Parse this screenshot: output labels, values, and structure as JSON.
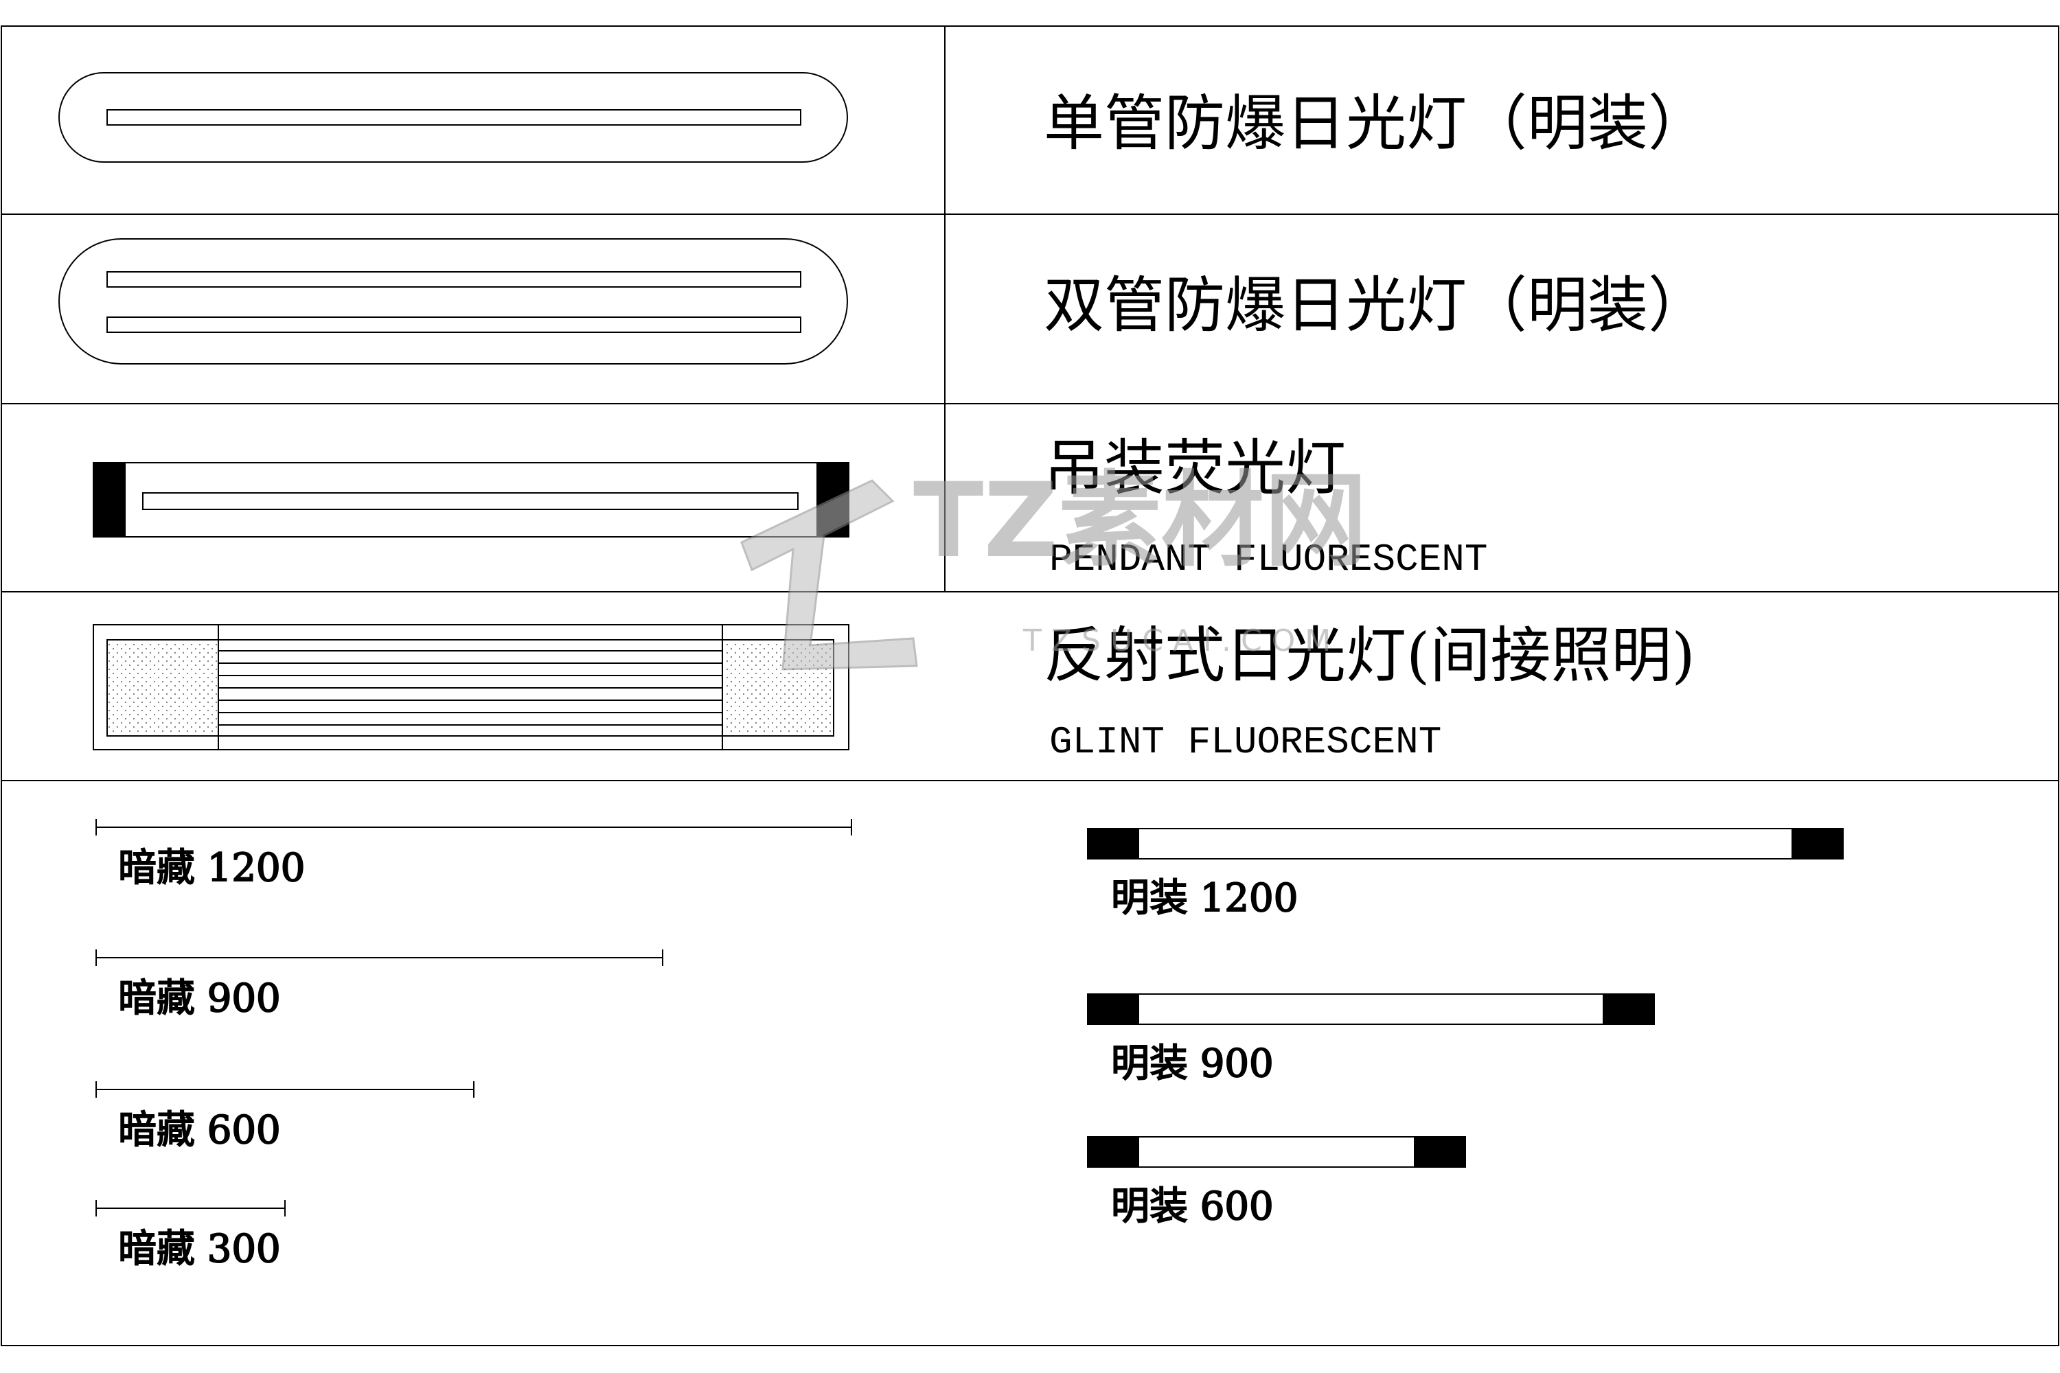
{
  "legend": {
    "rows": [
      {
        "label": "单管防爆日光灯（明装）",
        "sublabel": ""
      },
      {
        "label": "双管防爆日光灯（明装）",
        "sublabel": ""
      },
      {
        "label": "吊装荧光灯",
        "sublabel": "PENDANT FLUORESCENT"
      },
      {
        "label": "反射式日光灯(间接照明)",
        "sublabel": "GLINT FLUORESCENT"
      }
    ]
  },
  "concealed": [
    {
      "label": "暗藏 1200",
      "length_mm": 1200
    },
    {
      "label": "暗藏 900",
      "length_mm": 900
    },
    {
      "label": "暗藏 600",
      "length_mm": 600
    },
    {
      "label": "暗藏 300",
      "length_mm": 300
    }
  ],
  "surface": [
    {
      "label": "明装 1200",
      "length_mm": 1200
    },
    {
      "label": "明装 900",
      "length_mm": 900
    },
    {
      "label": "明装 600",
      "length_mm": 600
    }
  ],
  "watermark": {
    "text": "TZ素材网",
    "sub": "TZSUCAI.COM"
  },
  "colors": {
    "line": "#000000",
    "background": "#ffffff",
    "watermark": "#9a9a9a"
  }
}
